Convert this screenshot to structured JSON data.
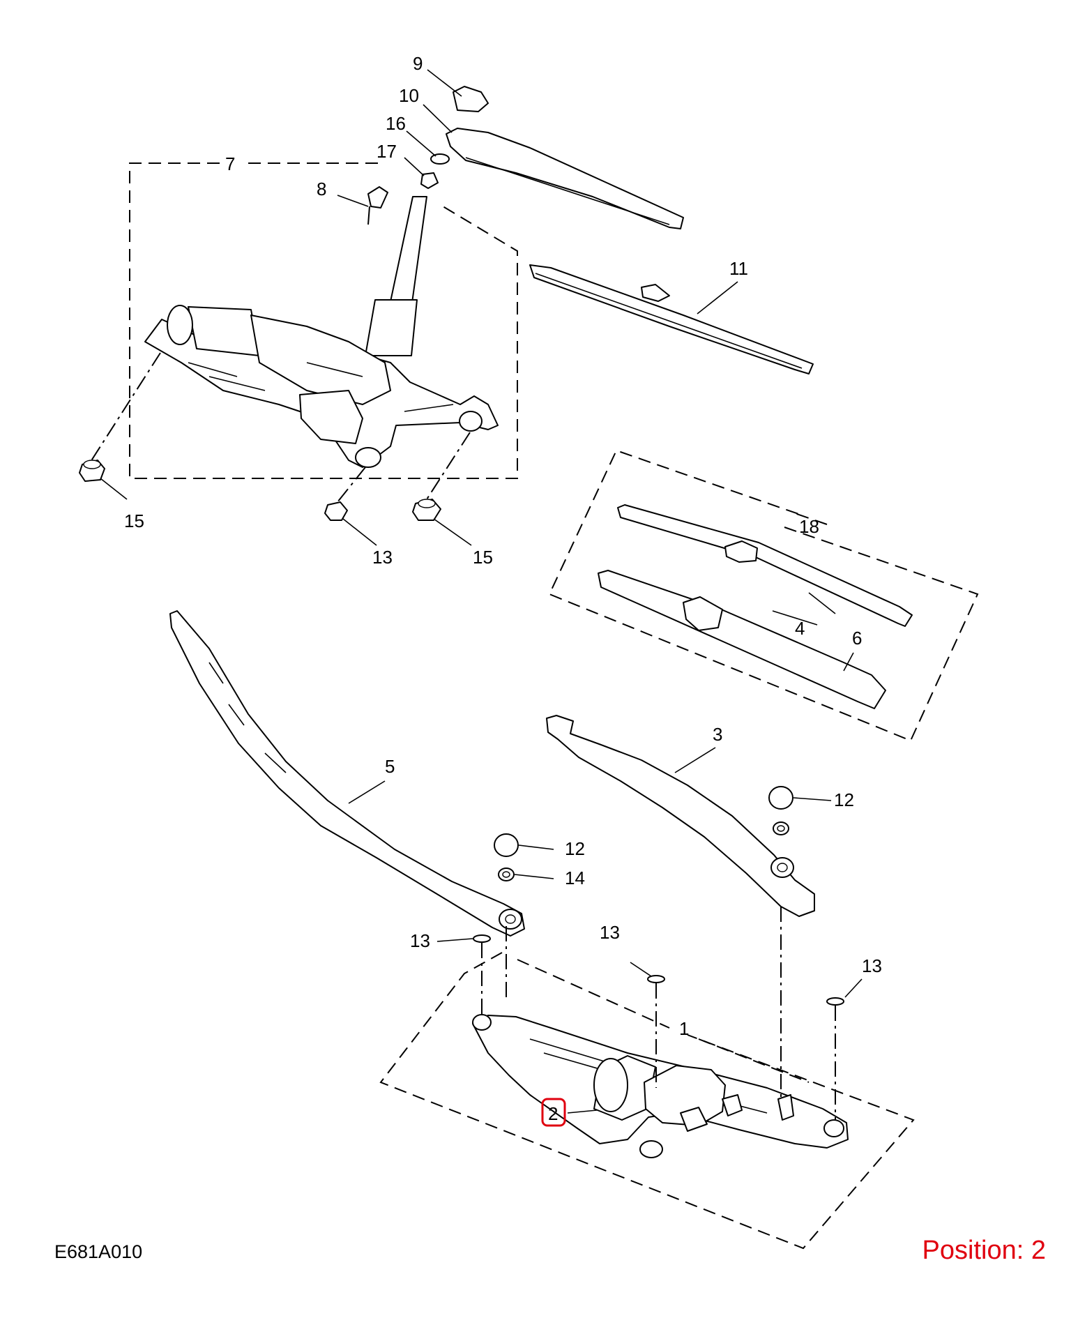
{
  "diagram": {
    "code": "E681A010",
    "position_text": "Position: 2",
    "highlight_color": "#e0000f",
    "callouts": {
      "c1": "1",
      "c2": "2",
      "c3": "3",
      "c4": "4",
      "c5": "5",
      "c6": "6",
      "c7": "7",
      "c8": "8",
      "c9": "9",
      "c10": "10",
      "c11": "11",
      "c12a": "12",
      "c12b": "12",
      "c13a": "13",
      "c13b": "13",
      "c13c": "13",
      "c13d": "13",
      "c14": "14",
      "c15a": "15",
      "c15b": "15",
      "c16": "16",
      "c17": "17",
      "c18": "18"
    }
  }
}
